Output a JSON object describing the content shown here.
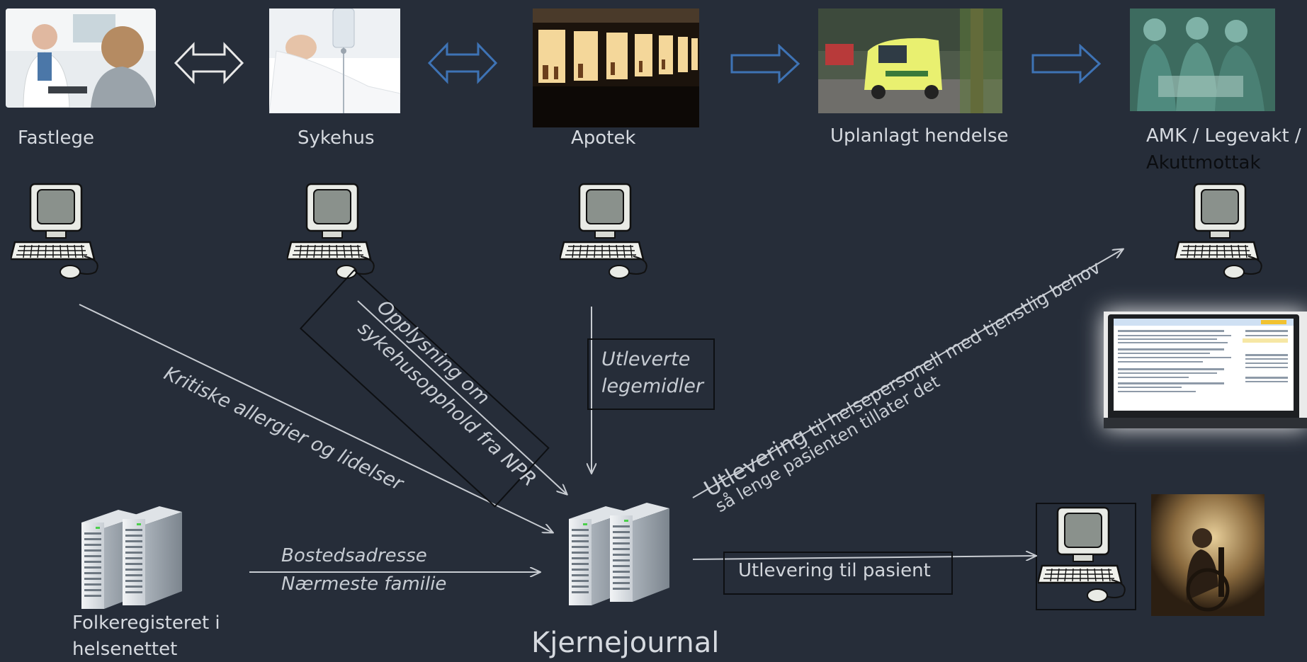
{
  "top_row": [
    {
      "id": "fastlege",
      "label": "Fastlege"
    },
    {
      "id": "sykehus",
      "label": "Sykehus"
    },
    {
      "id": "apotek",
      "label": "Apotek"
    },
    {
      "id": "uplanlagt",
      "label": "Uplanlagt hendelse"
    },
    {
      "id": "amk",
      "label": "AMK / Legevakt /",
      "label_line2": "Akuttmottak"
    }
  ],
  "flows": {
    "allergier": "Kritiske allergier og lidelser",
    "npr_line1": "Opplysning om",
    "npr_line2": "sykehusopphold fra NPR",
    "legemidler_line1": "Utleverte",
    "legemidler_line2": "legemidler",
    "helsepersonell_line1_a": "Utlevering",
    "helsepersonell_line1_b": " til helsepersonell med tjenstlig behov",
    "helsepersonell_line2": "så lenge pasienten tillater det",
    "bosted_line1": "Bostedsadresse",
    "bosted_line2": "Nærmeste familie",
    "pasient": "Utlevering til pasient"
  },
  "folkeregister_line1": "Folkeregisteret i",
  "folkeregister_line2": "helsenettet",
  "center_title": "Kjernejournal",
  "colors": {
    "background": "#262d39",
    "arrow_blue": "#3e73b5",
    "arrow_white": "#e8e8e8",
    "line": "#c8ccd2"
  }
}
